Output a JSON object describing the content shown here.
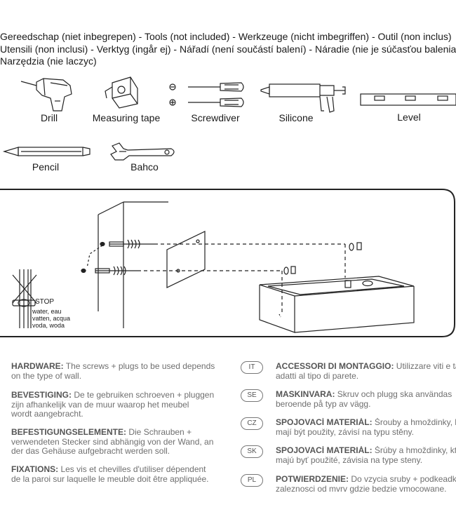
{
  "tools_intro": {
    "line1": "Gereedschap (niet inbegrepen) - Tools (not included) -  Werkzeuge (nicht imbegriffen) - Outil (non inclus)",
    "line2": "Utensili (non inclusi) - Verktyg (ingår ej) - Nářadí (není součástí balení) - Náradie (nie je súčasťou balenia)",
    "line3": "Narzędzia (nie laczyc)"
  },
  "tools": {
    "drill": "Drill",
    "measuring_tape": "Measuring tape",
    "screwdriver": "Screwdiver",
    "silicone": "Silicone",
    "level": "Level",
    "pencil": "Pencil",
    "bahco": "Bahco"
  },
  "diagram": {
    "stop": "STOP",
    "water": "water, eau",
    "vatten": "vatten, acqua",
    "voda": "voda, woda"
  },
  "hardware_left": [
    {
      "title": "HARDWARE:",
      "text1": " The screws + plugs to be used depends",
      "text2": "on the type of wall.",
      "text3": ""
    },
    {
      "title": "BEVESTIGING:",
      "text1": " De te gebruiken schroeven + pluggen",
      "text2": "zijn afhankelijk van de muur waarop het meubel",
      "text3": "wordt aangebracht."
    },
    {
      "title": "BEFESTIGUNGSELEMENTE:",
      "text1": " Die Schrauben +",
      "text2": "verwendeten Stecker sind abhängig von der Wand, an",
      "text3": "der das Gehäuse aufgebracht werden soll."
    },
    {
      "title": "FIXATIONS:",
      "text1": " Les vis et chevilles d'utiliser dépendent",
      "text2": "de la paroi sur laquelle le meuble doit être appliquée.",
      "text3": ""
    }
  ],
  "hardware_right": [
    {
      "lang": "IT",
      "title": "ACCESSORI DI MONTAGGIO:",
      "text1": " Utilizzare viti e tasselli",
      "text2": "adatti al tipo di parete."
    },
    {
      "lang": "SE",
      "title": "MASKINVARA:",
      "text1": " Skruv och plugg ska användas",
      "text2": "beroende på typ av vägg."
    },
    {
      "lang": "CZ",
      "title": "SPOJOVACÍ MATERIÁL:",
      "text1": " Šrouby a hmoždinky, které",
      "text2": "mají být použity, závisí na typu stěny."
    },
    {
      "lang": "SK",
      "title": "SPOJOVACÍ MATERIÁL:",
      "text1": " Šrúby a hmoždinky, ktoré",
      "text2": "majú byť použité, závisia na type steny."
    },
    {
      "lang": "PL",
      "title": "POTWIERDZENIE:",
      "text1": " Do vzycia sruby + podkeadki",
      "text2": "zaleznosci od mvrv gdzie bedzie vmocowane."
    }
  ]
}
